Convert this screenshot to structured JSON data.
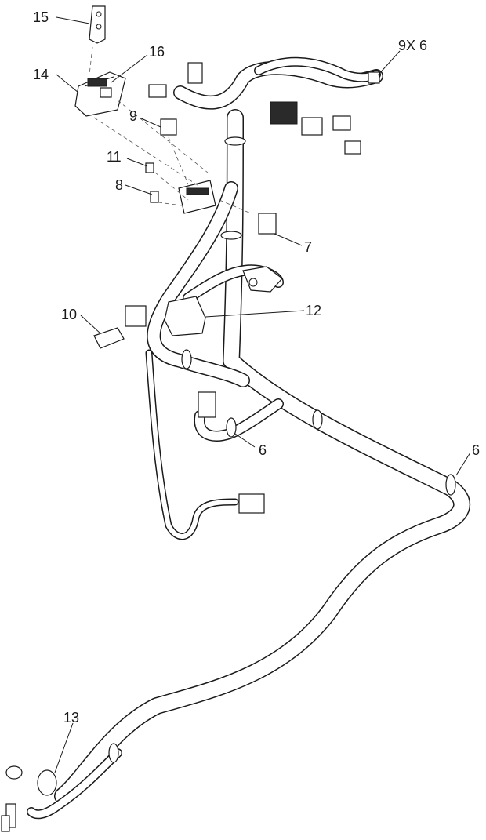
{
  "callouts": {
    "c15": "15",
    "c16": "16",
    "c14": "14",
    "c9x6": "9X 6",
    "c9": "9",
    "c11": "11",
    "c8": "8",
    "c7": "7",
    "c12": "12",
    "c10": "10",
    "c6a": "6",
    "c6b": "6",
    "c13": "13"
  }
}
